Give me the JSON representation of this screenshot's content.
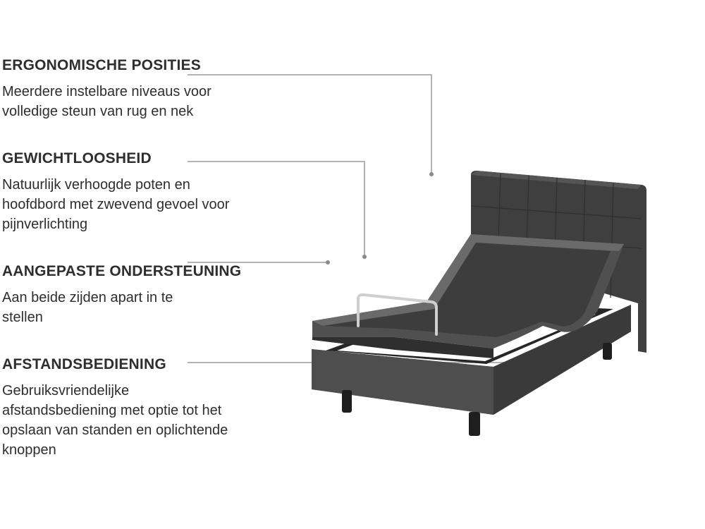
{
  "features": [
    {
      "title": "ERGONOMISCHE POSITIES",
      "description": "Meerdere instelbare niveaus voor volledige steun van rug en nek"
    },
    {
      "title": "GEWICHTLOOSHEID",
      "description": "Natuurlijk verhoogde poten en hoofdbord met zwevend gevoel voor pijnverlichting"
    },
    {
      "title": "AANGEPASTE ONDERSTEUNING",
      "description": "Aan beide zijden apart in te stellen"
    },
    {
      "title": "AFSTANDSBEDIENING",
      "description": "Gebruiksvriendelijke afstandsbediening met optie tot het opslaan van standen en oplichtende knoppen"
    }
  ],
  "colors": {
    "text": "#2e2e2e",
    "callout_line": "#9a9a9a",
    "bed_fabric": "#4a4a4a",
    "bed_dark": "#2f2f2f",
    "rail": "#c8c8c8"
  }
}
